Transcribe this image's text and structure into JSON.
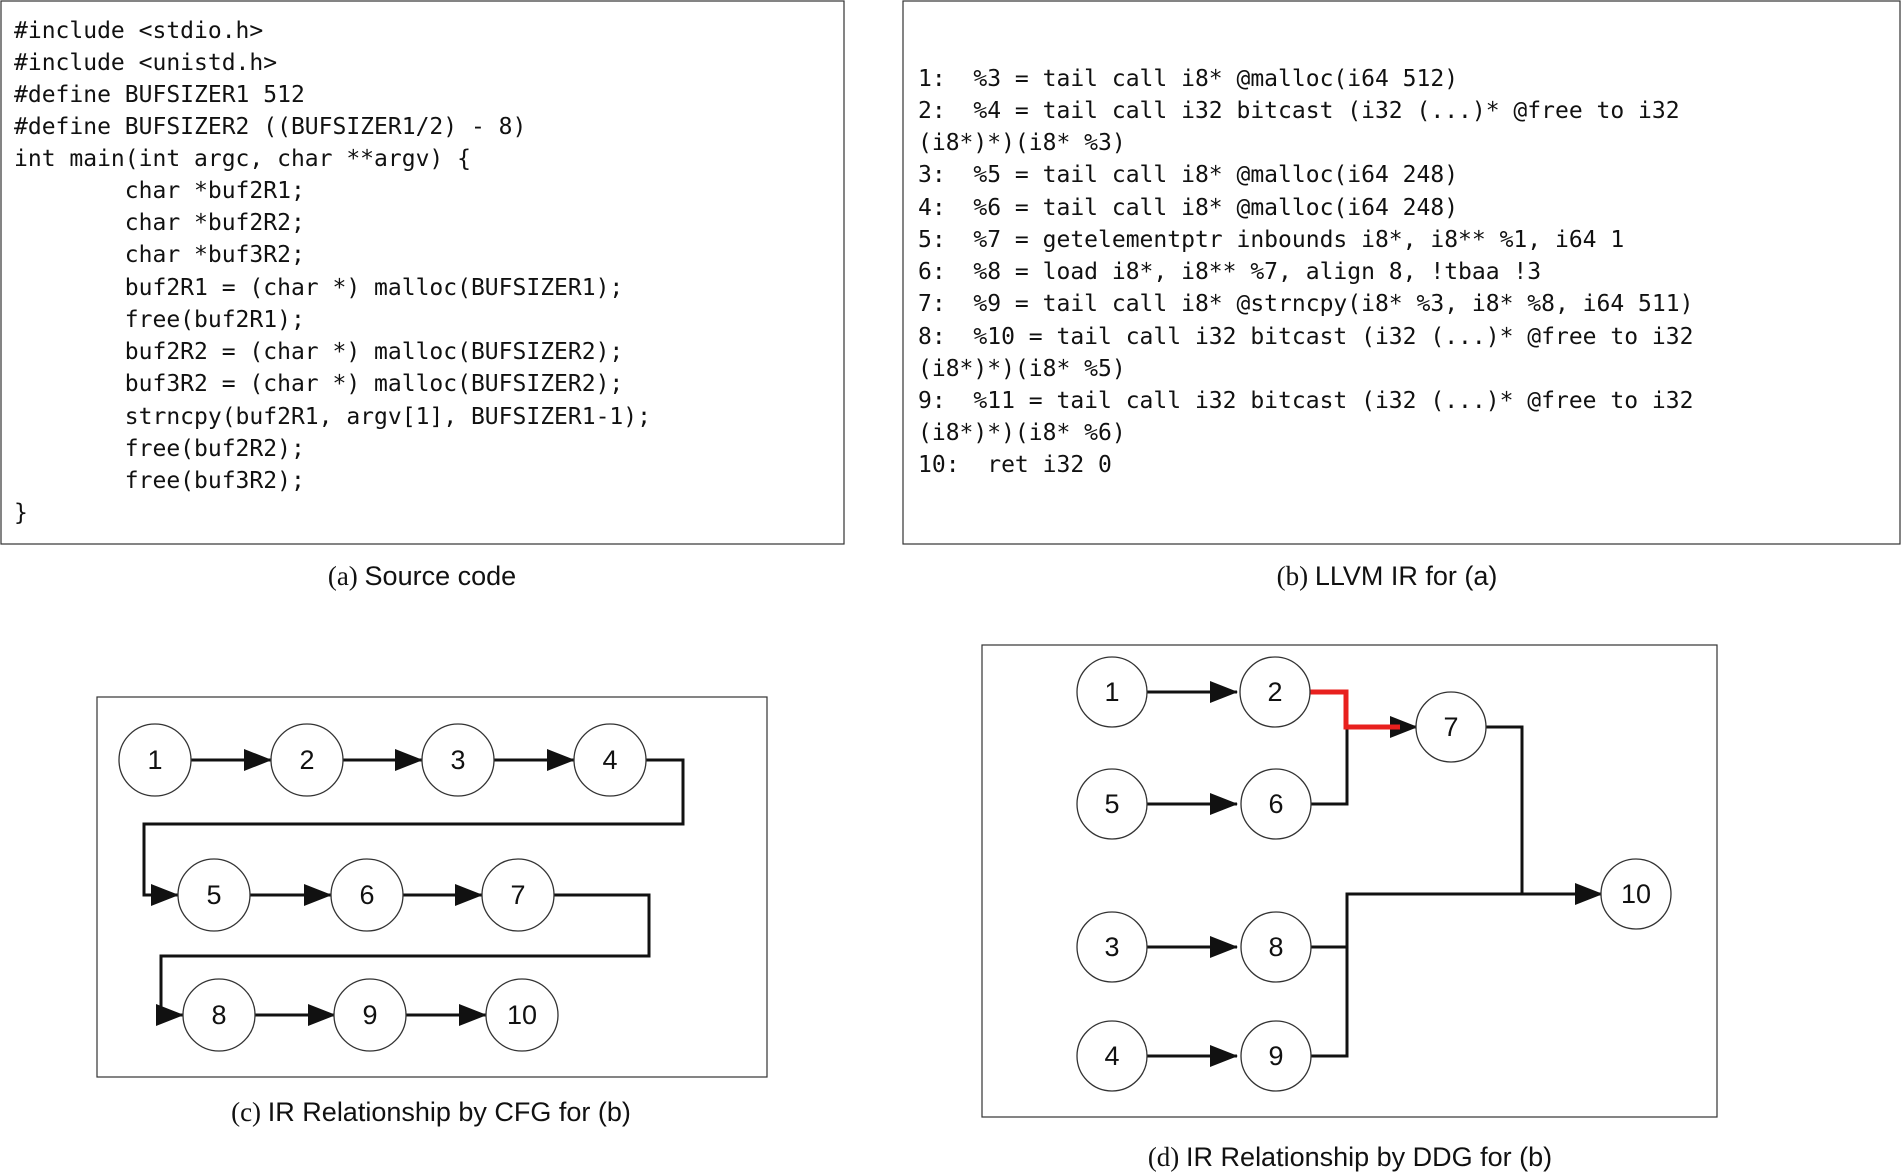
{
  "panel_a": {
    "caption_prefix": "(a)",
    "caption_text": "Source code",
    "lines": [
      "#include <stdio.h>",
      "#include <unistd.h>",
      "#define BUFSIZER1 512",
      "#define BUFSIZER2 ((BUFSIZER1/2) - 8)",
      "int main(int argc, char **argv) {",
      "        char *buf2R1;",
      "        char *buf2R2;",
      "        char *buf3R2;",
      "        buf2R1 = (char *) malloc(BUFSIZER1);",
      "        free(buf2R1);",
      "        buf2R2 = (char *) malloc(BUFSIZER2);",
      "        buf3R2 = (char *) malloc(BUFSIZER2);",
      "        strncpy(buf2R1, argv[1], BUFSIZER1-1);",
      "        free(buf2R2);",
      "        free(buf3R2);",
      "}"
    ]
  },
  "panel_b": {
    "caption_prefix": "(b)",
    "caption_text": "LLVM IR for (a)",
    "lines": [
      "1:  %3 = tail call i8* @malloc(i64 512)",
      "2:  %4 = tail call i32 bitcast (i32 (...)* @free to i32",
      "(i8*)*)(i8* %3)",
      "3:  %5 = tail call i8* @malloc(i64 248)",
      "4:  %6 = tail call i8* @malloc(i64 248)",
      "5:  %7 = getelementptr inbounds i8*, i8** %1, i64 1",
      "6:  %8 = load i8*, i8** %7, align 8, !tbaa !3",
      "7:  %9 = tail call i8* @strncpy(i8* %3, i8* %8, i64 511)",
      "8:  %10 = tail call i32 bitcast (i32 (...)* @free to i32",
      "(i8*)*)(i8* %5)",
      "9:  %11 = tail call i32 bitcast (i32 (...)* @free to i32",
      "(i8*)*)(i8* %6)",
      "10:  ret i32 0"
    ]
  },
  "panel_c": {
    "caption_prefix": "(c)",
    "caption_text": "IR Relationship by CFG for (b)",
    "nodes": [
      {
        "id": "c1",
        "label": "1"
      },
      {
        "id": "c2",
        "label": "2"
      },
      {
        "id": "c3",
        "label": "3"
      },
      {
        "id": "c4",
        "label": "4"
      },
      {
        "id": "c5",
        "label": "5"
      },
      {
        "id": "c6",
        "label": "6"
      },
      {
        "id": "c7",
        "label": "7"
      },
      {
        "id": "c8",
        "label": "8"
      },
      {
        "id": "c9",
        "label": "9"
      },
      {
        "id": "c10",
        "label": "10"
      }
    ],
    "edges": [
      {
        "from": "1",
        "to": "2"
      },
      {
        "from": "2",
        "to": "3"
      },
      {
        "from": "3",
        "to": "4"
      },
      {
        "from": "4",
        "to": "5"
      },
      {
        "from": "5",
        "to": "6"
      },
      {
        "from": "6",
        "to": "7"
      },
      {
        "from": "7",
        "to": "8"
      },
      {
        "from": "8",
        "to": "9"
      },
      {
        "from": "9",
        "to": "10"
      }
    ]
  },
  "panel_d": {
    "caption_prefix": "(d)",
    "caption_text": "IR Relationship by DDG for (b)",
    "highlight_color": "#e8201e",
    "nodes": [
      {
        "id": "d1",
        "label": "1"
      },
      {
        "id": "d2",
        "label": "2"
      },
      {
        "id": "d5",
        "label": "5"
      },
      {
        "id": "d6",
        "label": "6"
      },
      {
        "id": "d7",
        "label": "7"
      },
      {
        "id": "d3",
        "label": "3"
      },
      {
        "id": "d8",
        "label": "8"
      },
      {
        "id": "d4",
        "label": "4"
      },
      {
        "id": "d9",
        "label": "9"
      },
      {
        "id": "d10",
        "label": "10"
      }
    ],
    "edges": [
      {
        "from": "1",
        "to": "2"
      },
      {
        "from": "5",
        "to": "6"
      },
      {
        "from": "3",
        "to": "8"
      },
      {
        "from": "4",
        "to": "9"
      },
      {
        "from": "2",
        "to": "7",
        "highlighted": true
      },
      {
        "from": "6",
        "to": "7"
      },
      {
        "from": "7",
        "to": "10"
      },
      {
        "from": "8",
        "to": "10"
      },
      {
        "from": "9",
        "to": "10"
      }
    ]
  }
}
